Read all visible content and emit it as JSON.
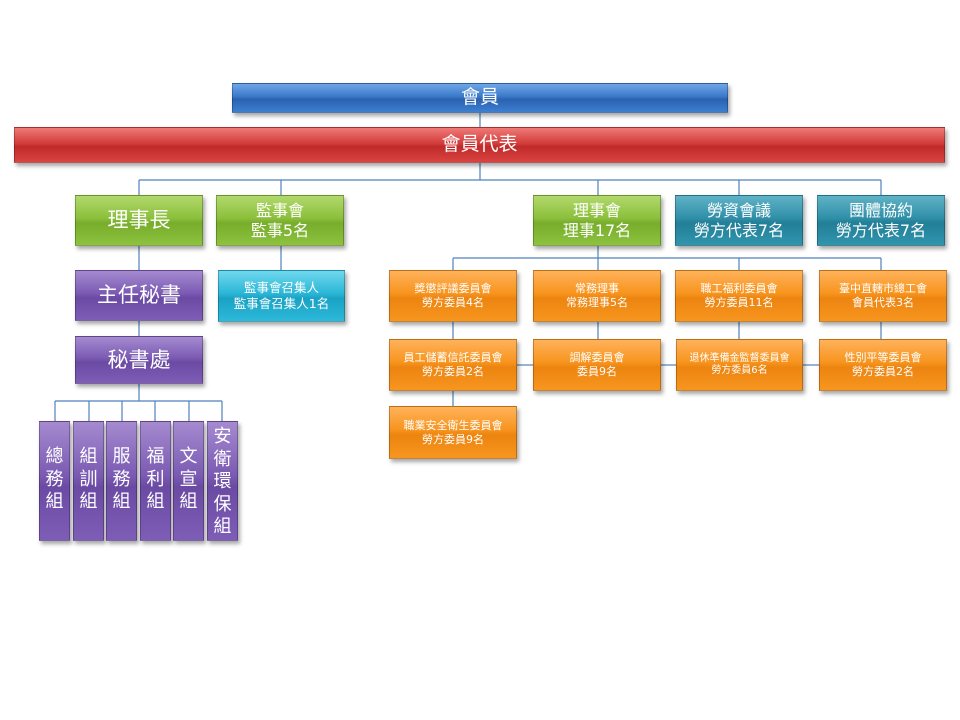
{
  "colors": {
    "line": "#4f81bd",
    "member": "#3a78c9",
    "rep": "#c0302e",
    "green": "#8bbf3c",
    "purple": "#7b5bb3",
    "cyan": "#2bb6d6",
    "teal": "#2f8fa8",
    "orange": "#f7941d"
  },
  "top": {
    "members": "會員",
    "representatives": "會員代表"
  },
  "level2": {
    "chairman": "理事長",
    "supervisors": {
      "line1": "監事會",
      "line2": "監事5名"
    },
    "directors": {
      "line1": "理事會",
      "line2": "理事17名"
    },
    "labor_mgmt": {
      "line1": "勞資會議",
      "line2": "勞方代表7名"
    },
    "collective": {
      "line1": "團體協約",
      "line2": "勞方代表7名"
    }
  },
  "admin": {
    "chief_secretary": "主任秘書",
    "secretariat": "秘書處",
    "groups": [
      "總\n務\n組",
      "組\n訓\n組",
      "服\n務\n組",
      "福\n利\n組",
      "文\n宣\n組",
      "安\n衛\n環\n保\n組"
    ]
  },
  "supervisor_convener": {
    "line1": "監事會召集人",
    "line2": "監事會召集人1名"
  },
  "committees": {
    "reward": {
      "line1": "獎懲評議委員會",
      "line2": "勞方委員4名"
    },
    "standing": {
      "line1": "常務理事",
      "line2": "常務理事5名"
    },
    "welfare": {
      "line1": "職工福利委員會",
      "line2": "勞方委員11名"
    },
    "city_union": {
      "line1": "臺中直轄市總工會",
      "line2": "會員代表3名"
    },
    "savings": {
      "line1": "員工儲蓄信託委員會",
      "line2": "勞方委員2名"
    },
    "mediation": {
      "line1": "調解委員會",
      "line2": "委員9名"
    },
    "retirement": {
      "line1": "退休準備金監督委員會",
      "line2": "勞方委員6名"
    },
    "gender": {
      "line1": "性別平等委員會",
      "line2": "勞方委員2名"
    },
    "safety": {
      "line1": "職業安全衛生委員會",
      "line2": "勞方委員9名"
    }
  }
}
